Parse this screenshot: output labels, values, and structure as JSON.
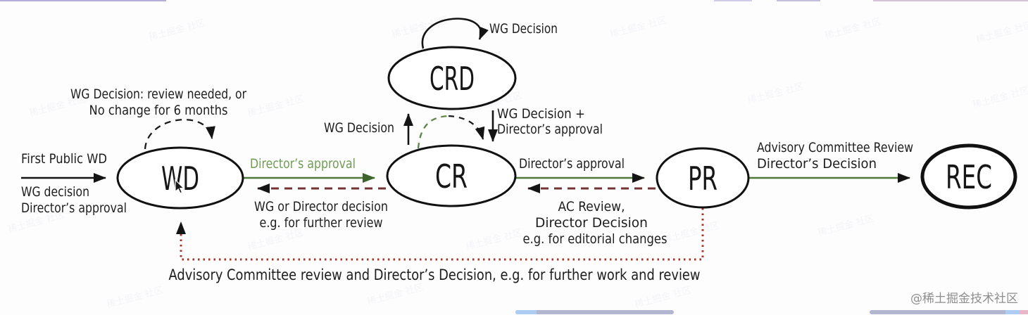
{
  "nodes": {
    "wd": "WD",
    "crd": "CRD",
    "cr": "CR",
    "pr": "PR",
    "rec": "REC"
  },
  "labels": {
    "first_public_wd": "First Public WD",
    "first_sub1": "WG decision",
    "first_sub2": "Director’s approval",
    "wd_loop1": "WG Decision: review needed, or",
    "wd_loop2": "No change for 6 months",
    "wd_to_cr": "Director’s approval",
    "cr_to_wd1": "WG or Director decision",
    "cr_to_wd2": "e.g. for further review",
    "cr_to_crd": "WG Decision",
    "crd_loop": "WG Decision",
    "crd_to_cr1": "WG Decision +",
    "crd_to_cr2": "Director’s approval",
    "cr_to_pr": "Director’s approval",
    "pr_to_cr1": "AC Review,",
    "pr_to_cr2": "Director Decision",
    "pr_to_cr3": "e.g. for editorial changes",
    "pr_to_rec1": "Advisory Committee Review",
    "pr_to_rec2": "Director’s Decision",
    "bottom_loop": "Advisory Committee review and Director’s Decision, e.g. for further work and review"
  },
  "watermark": {
    "badge": "@稀土掘金技术社区",
    "tile": "稀土掘金 社区"
  },
  "colors": {
    "green_line": "#4e7a38",
    "green_text": "#6f9c53",
    "maroon_dash": "#743334",
    "red_dotted": "#a83325",
    "node_stroke": "#111111",
    "top_border": "#b6aed9",
    "bottom_bar": "#b2b6cf"
  }
}
